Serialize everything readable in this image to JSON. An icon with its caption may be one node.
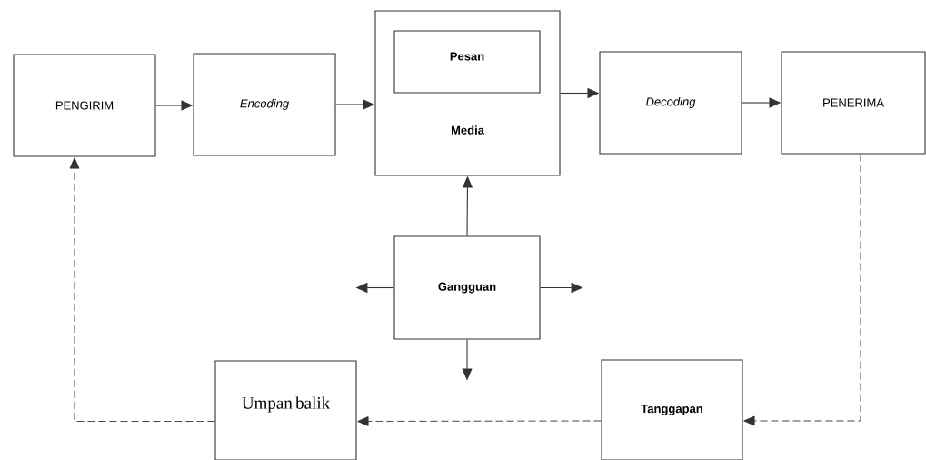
{
  "diagram": {
    "nodes": [
      {
        "text": [
          "PENGIRIM"
        ]
      },
      {
        "text": [
          "Encoding"
        ]
      },
      {
        "text": [
          "Media"
        ]
      },
      {
        "text": [
          "Pesan"
        ],
        "in": 2
      },
      {
        "text": [
          "Decoding"
        ]
      },
      {
        "text": [
          "PENERIMA"
        ]
      },
      {
        "text": [
          "Gangguan"
        ]
      },
      {
        "text": [
          "Umpan balik"
        ]
      },
      {
        "text": [
          "Tanggapan"
        ]
      }
    ],
    "edges": [
      {
        "from": 0,
        "to": 1,
        "arrow": "to"
      },
      {
        "from": 1,
        "to": 2,
        "arrow": "to"
      },
      {
        "from": 2,
        "to": 4,
        "arrow": "to"
      },
      {
        "from": 4,
        "to": 5,
        "arrow": "to"
      },
      {
        "from": 6,
        "to": 2,
        "arrow": "to"
      },
      {
        "from": 6,
        "to": null,
        "arrow": "to"
      },
      {
        "from": 6,
        "to": null,
        "arrow": "to"
      },
      {
        "from": 6,
        "to": null,
        "arrow": "to"
      },
      {
        "from": 5,
        "to": 8,
        "arrow": "to",
        "style": "dashed"
      },
      {
        "from": 8,
        "to": 7,
        "arrow": "to",
        "style": "dashed"
      },
      {
        "from": 7,
        "to": 0,
        "arrow": "to",
        "style": "dashed"
      }
    ]
  }
}
